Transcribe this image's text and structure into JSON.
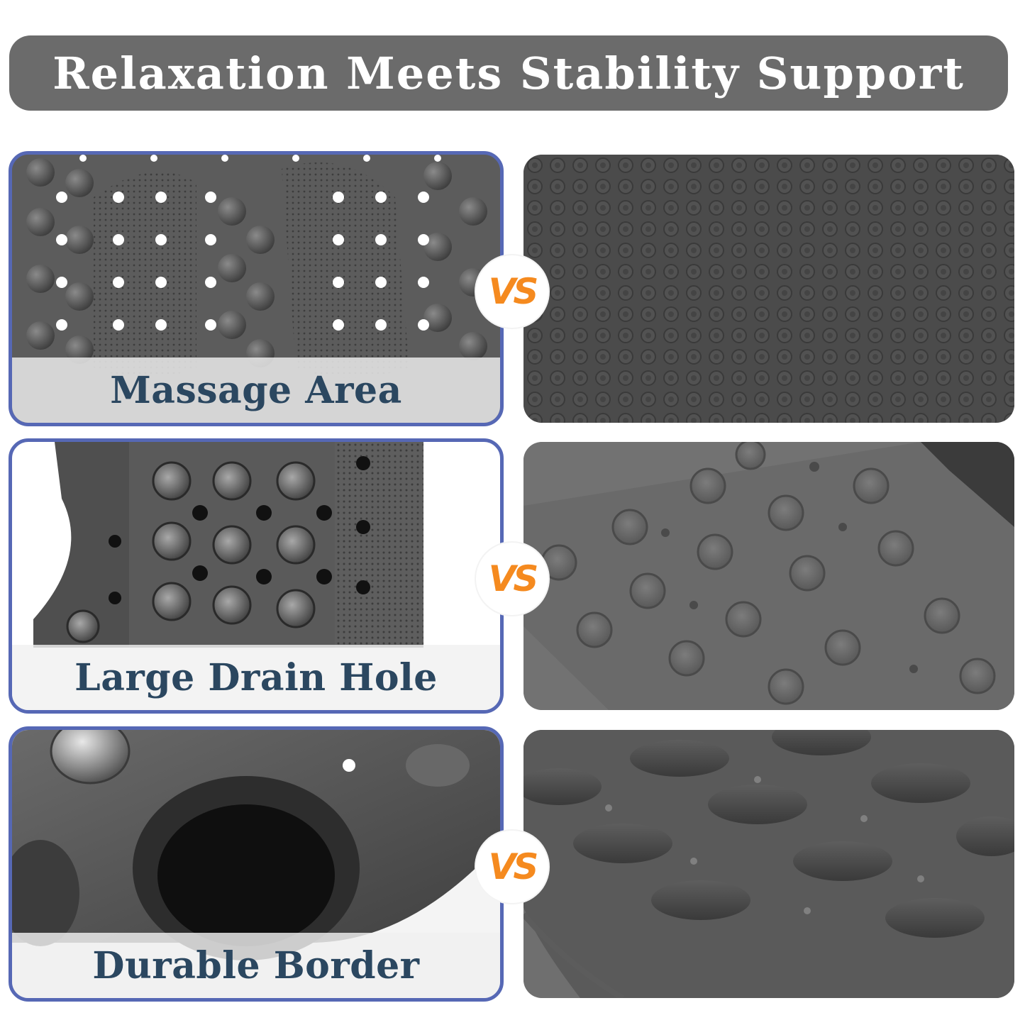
{
  "header": {
    "title": "Relaxation Meets Stability Support"
  },
  "comparisons": [
    {
      "label": "Massage Area",
      "badge": "VS"
    },
    {
      "label": "Large Drain Hole",
      "badge": "VS"
    },
    {
      "label": "Durable Border",
      "badge": "VS"
    }
  ],
  "colors": {
    "title_bar": "#6b6b6b",
    "card_border": "#5668b5",
    "label_text": "#2b4760",
    "badge_text": "#f58a1f",
    "mat_gray": "#5a5a5a"
  }
}
